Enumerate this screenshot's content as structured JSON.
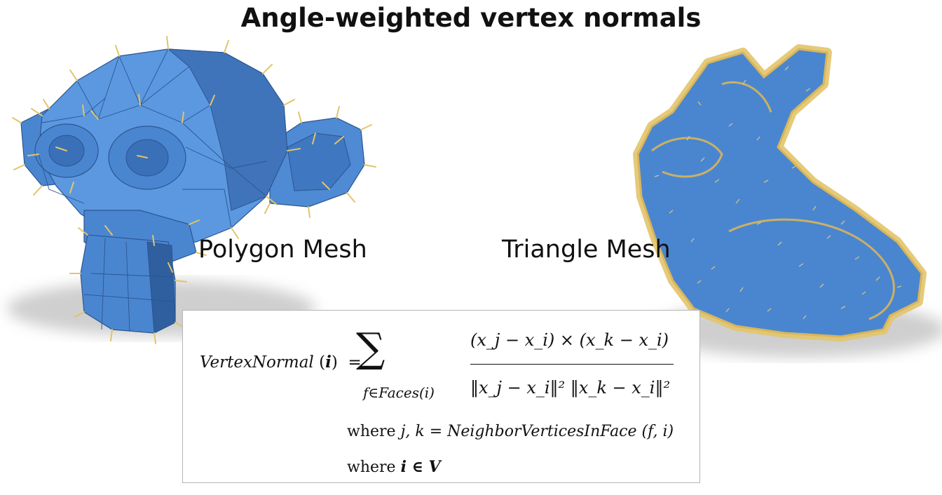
{
  "title": "Angle-weighted vertex normals",
  "labels": {
    "polygon_mesh": "Polygon Mesh",
    "triangle_mesh": "Triangle Mesh"
  },
  "formula": {
    "lhs_name": "VertexNormal",
    "lhs_arg": "i",
    "equals": "=",
    "sum_symbol": "∑",
    "sum_subscript": "f∈Faces(i)",
    "numerator": "(x_j − x_i) × (x_k − x_i)",
    "denominator": "‖x_j − x_i‖² ‖x_k − x_i‖²",
    "where1_word": "where",
    "where1_expr": "j, k = NeighborVerticesInFace (f, i)",
    "where2_word": "where",
    "where2_expr": "i ∈ V"
  },
  "colors": {
    "mesh_blue": "#4a86d0",
    "mesh_dark": "#2f5f9e",
    "normal_yellow": "#e2c46a",
    "shadow": "#d0d0d0"
  }
}
